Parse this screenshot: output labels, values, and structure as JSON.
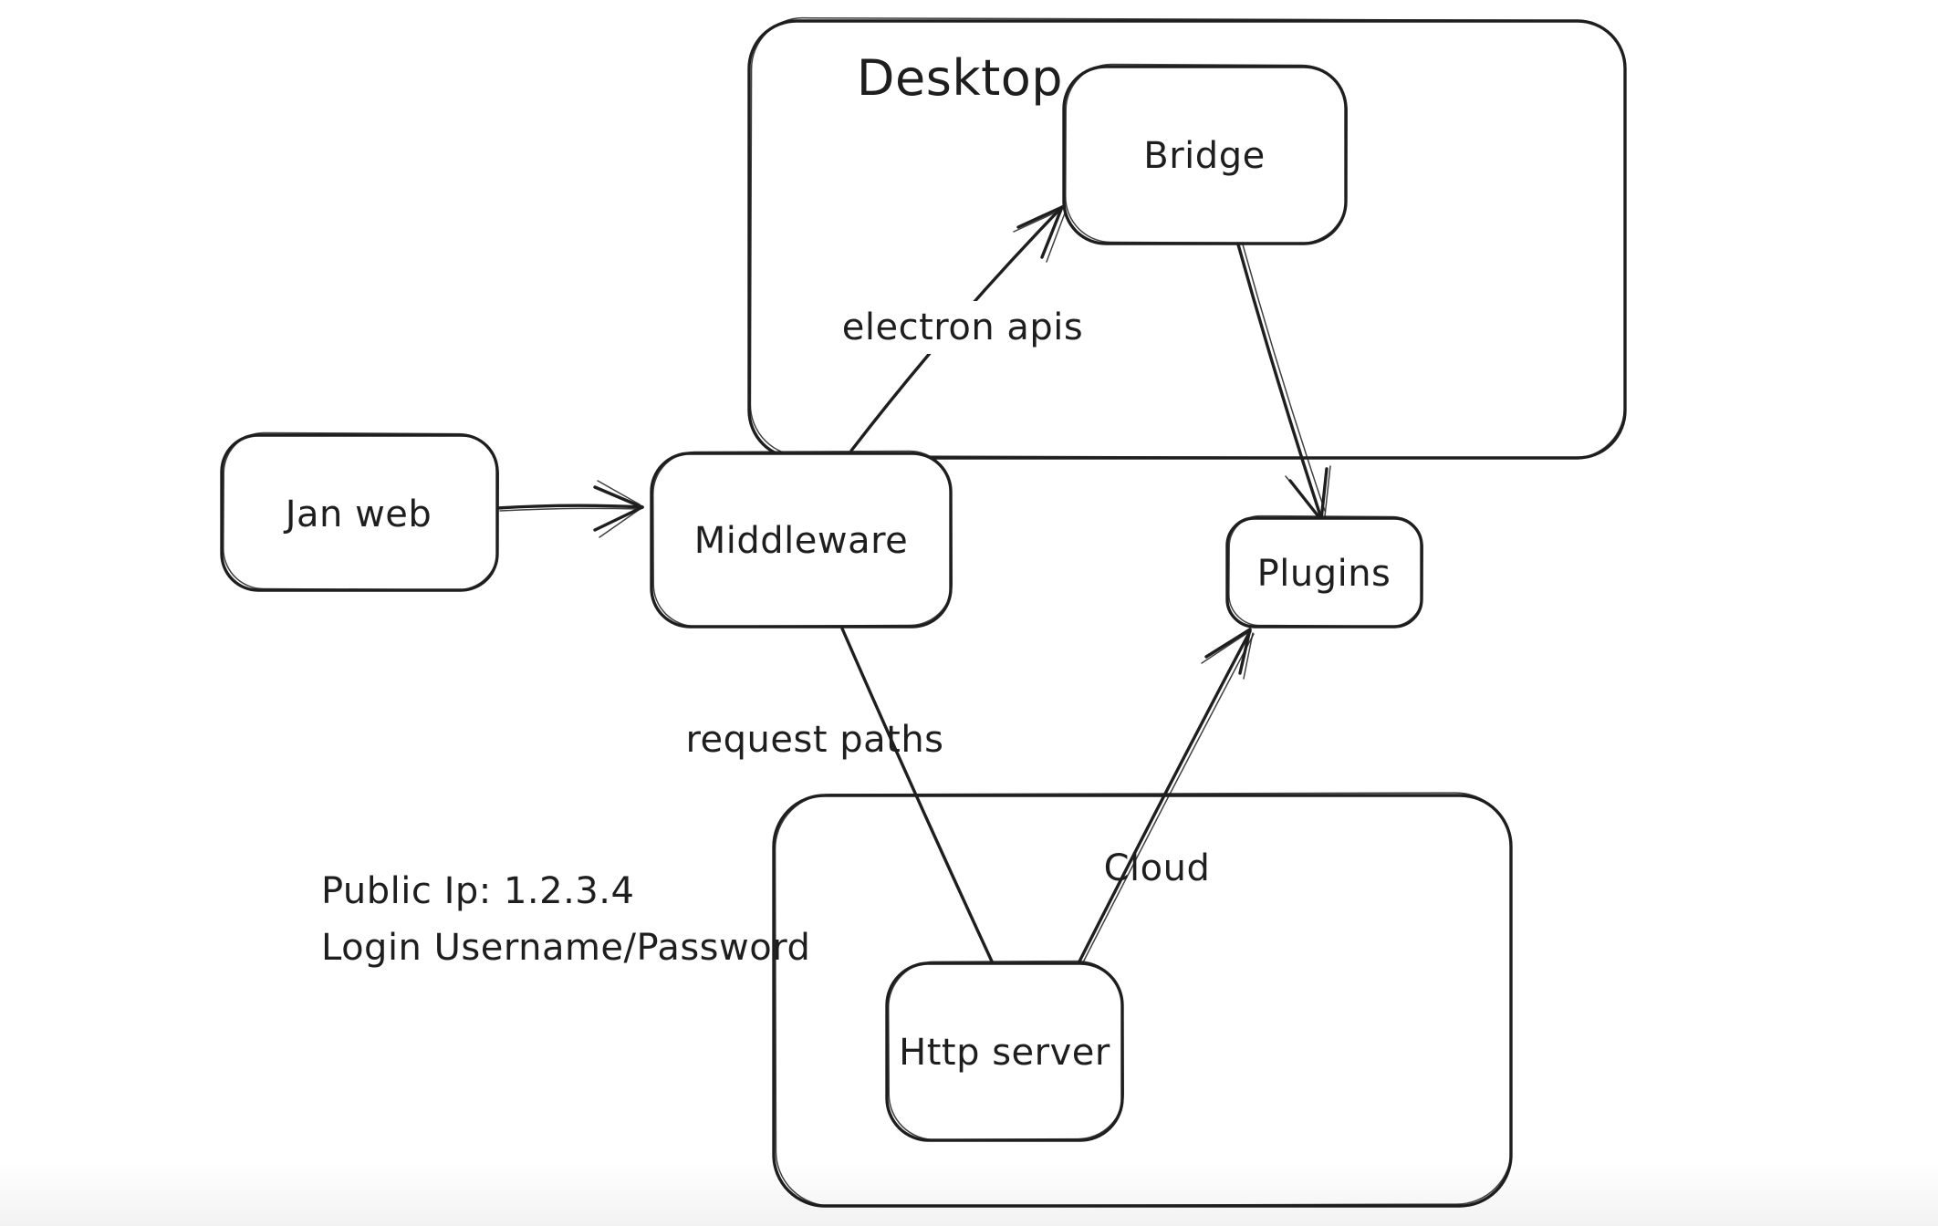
{
  "canvas": {
    "background_color": "#ffffff",
    "stroke_color": "#1e1e1e"
  },
  "containers": {
    "desktop": {
      "label": "Desktop"
    },
    "cloud": {
      "label": "Cloud"
    }
  },
  "nodes": {
    "jan_web": {
      "label": "Jan web"
    },
    "middleware": {
      "label": "Middleware"
    },
    "bridge": {
      "label": "Bridge"
    },
    "plugins": {
      "label": "Plugins"
    },
    "http_server": {
      "label": "Http server"
    }
  },
  "edges": {
    "jan_web_to_middleware": {
      "from": "Jan web",
      "to": "Middleware",
      "arrowhead": "end"
    },
    "middleware_to_bridge": {
      "from": "Middleware",
      "to": "Bridge",
      "label": "electron apis",
      "arrowhead": "end"
    },
    "bridge_to_plugins": {
      "from": "Bridge",
      "to": "Plugins",
      "arrowhead": "end"
    },
    "middleware_to_http_server": {
      "from": "Middleware",
      "to": "Http server",
      "label": "request paths",
      "arrowhead": "none"
    },
    "http_server_to_plugins": {
      "from": "Http server",
      "to": "Plugins",
      "arrowhead": "end"
    }
  },
  "annotation": {
    "lines": [
      "Public Ip: 1.2.3.4",
      "Login Username/Password"
    ]
  }
}
